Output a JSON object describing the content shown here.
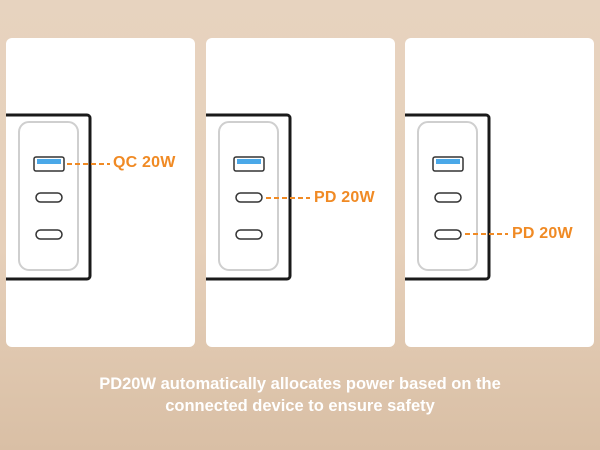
{
  "panels": [
    {
      "label": "QC 20W",
      "active_port": "usb-a"
    },
    {
      "label": "PD 20W",
      "active_port": "usb-c-1"
    },
    {
      "label": "PD 20W",
      "active_port": "usb-c-2"
    }
  ],
  "caption": {
    "line1": "PD20W automatically allocates power based on the",
    "line2": "connected device to ensure safety"
  },
  "colors": {
    "accent": "#f08a24",
    "usb_a_blue": "#4aa8e8",
    "outline": "#1a1a1a",
    "background": "#e6d0ba"
  }
}
